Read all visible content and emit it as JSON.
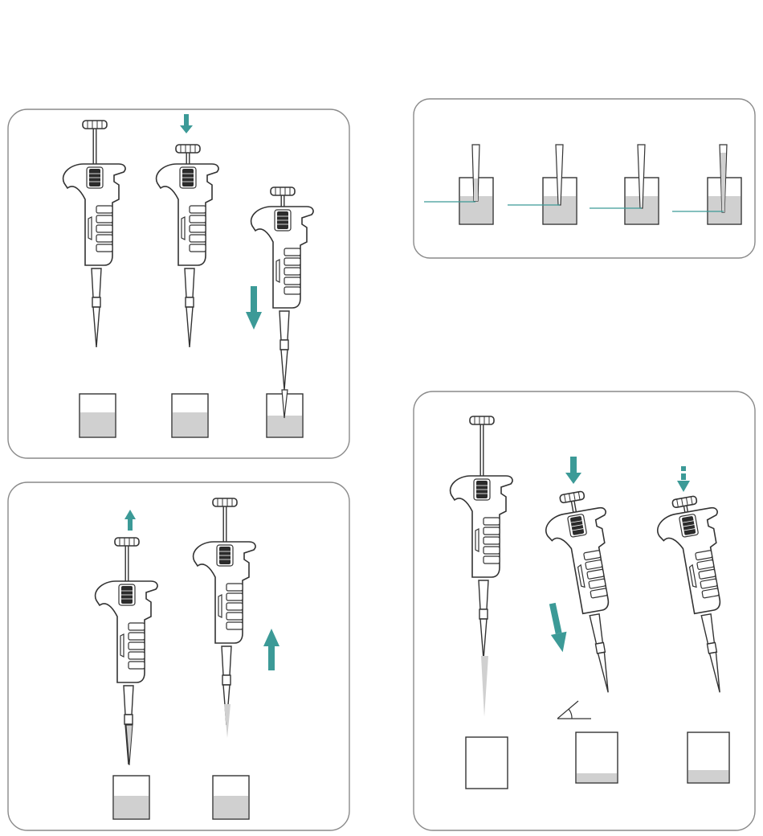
{
  "colors": {
    "background": "#ffffff",
    "panel_border": "#8a8a8a",
    "outline": "#333333",
    "body_fill": "#ffffff",
    "grip_fill": "#2b2b2b",
    "liquid": "#d0d0d0",
    "accent_arrow": "#3c9a97",
    "level_line": "#3c9a97"
  },
  "panels": [
    {
      "name": "panel-aspirate-prepare",
      "steps": [
        {
          "state": "plunger-up",
          "arrow": "none",
          "container_fill": 0.57
        },
        {
          "state": "plunger-pressed",
          "arrow": "push-down",
          "container_fill": 0.57
        },
        {
          "state": "pipette-immersed",
          "arrow": "move-down",
          "container_fill": 0.45
        }
      ]
    },
    {
      "name": "panel-aspirate-release",
      "steps": [
        {
          "state": "plunger-released",
          "arrow": "release-up",
          "container_fill": 0.52
        },
        {
          "state": "pipette-withdrawn",
          "arrow": "move-up",
          "container_fill": 0.52
        }
      ]
    },
    {
      "name": "panel-immersion-depth",
      "steps": [
        {
          "tip_depth": "shallow"
        },
        {
          "tip_depth": "medium"
        },
        {
          "tip_depth": "deeper"
        },
        {
          "tip_depth": "deepest"
        }
      ]
    },
    {
      "name": "panel-dispense",
      "steps": [
        {
          "state": "plunger-up-filled",
          "arrow": "none",
          "container_fill": 0.0
        },
        {
          "state": "dispense-angled",
          "arrow": "push-down",
          "container_fill": 0.15
        },
        {
          "state": "blowout",
          "arrow": "dashed-push-down",
          "container_fill": 0.28
        }
      ]
    }
  ]
}
